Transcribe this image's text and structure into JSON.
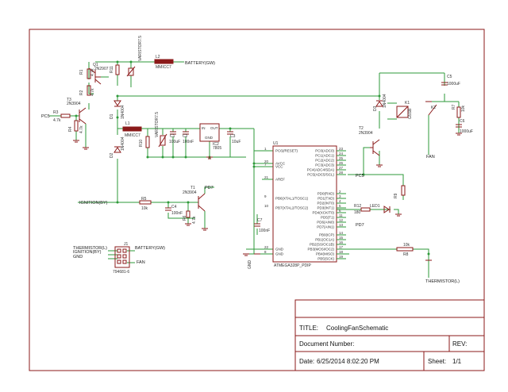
{
  "title_block": {
    "title_label": "TITLE:",
    "title_value": "CoolingFanSchematic",
    "doc_number_label": "Document Number:",
    "rev_label": "REV:",
    "date_label": "Date:",
    "date_value": "6/25/2014 8:02:20 PM",
    "sheet_label": "Sheet:",
    "sheet_value": "1/1"
  },
  "mcu": {
    "ref": "U1",
    "name": "ATMEGA328P_PDIP",
    "left_pins": [
      {
        "label": "PC6(/RESET)",
        "num": "1"
      },
      {
        "label": "AVCC",
        "num": "20"
      },
      {
        "label": "VCC",
        "num": "7"
      },
      {
        "label": "AREF",
        "num": "21"
      },
      {
        "label": "PB6(XTAL1/TOSC1)",
        "num": "9"
      },
      {
        "label": "PB7(XTAL2/TOSC2)",
        "num": "10"
      },
      {
        "label": "GND",
        "num": "22"
      },
      {
        "label": "GND",
        "num": "8"
      }
    ],
    "right_pins": [
      {
        "label": "PC0(ADC0)",
        "num": "23"
      },
      {
        "label": "PC1(ADC1)",
        "num": "24"
      },
      {
        "label": "PC2(ADC2)",
        "num": "25"
      },
      {
        "label": "PC3(ADC3)",
        "num": "26"
      },
      {
        "label": "PC4(ADC4/SDA)",
        "num": "27"
      },
      {
        "label": "PC5(ADC5/SCL)",
        "num": "28"
      },
      {
        "label": "PD0(RXD)",
        "num": "2"
      },
      {
        "label": "PD1(TXD)",
        "num": "3"
      },
      {
        "label": "PD2(INT0)",
        "num": "4"
      },
      {
        "label": "PD3(INT1)",
        "num": "5"
      },
      {
        "label": "PD4(XCK/T0)",
        "num": "6"
      },
      {
        "label": "PD5(T1)",
        "num": "11"
      },
      {
        "label": "PD6(AIN0)",
        "num": "12"
      },
      {
        "label": "PD7(AIN1)",
        "num": "13"
      },
      {
        "label": "PB0(ICP)",
        "num": "14"
      },
      {
        "label": "PB1(OC1A)",
        "num": "15"
      },
      {
        "label": "PB2(SS/OC1B)",
        "num": "16"
      },
      {
        "label": "PB3(MOSI/OC2)",
        "num": "17"
      },
      {
        "label": "PB4(MISO)",
        "num": "18"
      },
      {
        "label": "PB5(SCK)",
        "num": "19"
      }
    ]
  },
  "labels": {
    "q1": "Q1",
    "q1_part": "2N2907",
    "r1": "R1",
    "r1_val": "4.7k",
    "r2": "R2",
    "r2_val": "4.7k",
    "r11": "R11",
    "varistor1": "VARISTOR7.5",
    "l2": "L2",
    "l2_part": "MMICC7",
    "battery_top": "BATTERY(GW)",
    "t3": "T3",
    "t3_part": "2N3904",
    "r3": "R3",
    "r3_val": "4.7k",
    "r4": "R4",
    "r4_val": "4.7k",
    "pc5_left": "PC5",
    "d1": "D1",
    "d1_part": "1N4004",
    "d2": "D2",
    "d2_part": "1N4004",
    "l1": "L1",
    "l1_part": "MMICC7",
    "r10": "R10",
    "varistor2": "VARISTOR7.5",
    "c1": "C1",
    "c1_val": "100uF",
    "c2": "C2",
    "c2_val": "100nF",
    "ic2": "IC2",
    "ic2_part": "7805",
    "ic2_in": "IN",
    "ic2_out": "OUT",
    "ic2_gnd": "GND",
    "c3": "C3",
    "c3_val": "10uF",
    "ignition": "IGNITION(BY)",
    "r5": "R5",
    "r5_val": "10k",
    "c4": "C4",
    "c4_val": "100nF",
    "t1": "T1",
    "t1_part": "2N3904",
    "pd7_top": "PD7",
    "r6": "R6",
    "r6_val": "4.7k",
    "c7": "C7",
    "c7_val": "100nF",
    "d3": "D3",
    "d3_part": "1N4004",
    "k1": "K1",
    "k1_part": "G5SB",
    "k2": "K2",
    "c5": "C5",
    "c5_val": "1000uF",
    "r7": "R7",
    "r7_val": "10k",
    "c6": "C6",
    "c6_val": "1000uF",
    "t2": "T2",
    "t2_part": "2N3904",
    "fan_right": "FAN",
    "pc5_right": "PC5",
    "r9": "R9",
    "r12": "R12",
    "r12_val": "180",
    "led1": "LED1",
    "pd7_right": "PD7",
    "r8": "R8",
    "r8_val": "10k",
    "thermistor_right": "THERMISTOR(L)",
    "j1": "J1",
    "j1_part": "794681-6",
    "conn_thermistor": "THERMISTOR(L)",
    "conn_ignition": "IGNITION(BY)",
    "conn_gnd": "GND",
    "conn_battery": "BATTERY(GW)",
    "conn_fan": "FAN",
    "gnd": "GND"
  },
  "colors": {
    "wire": "#2e9a3a",
    "part": "#8b1a1a",
    "frame": "#8b1a1a"
  }
}
